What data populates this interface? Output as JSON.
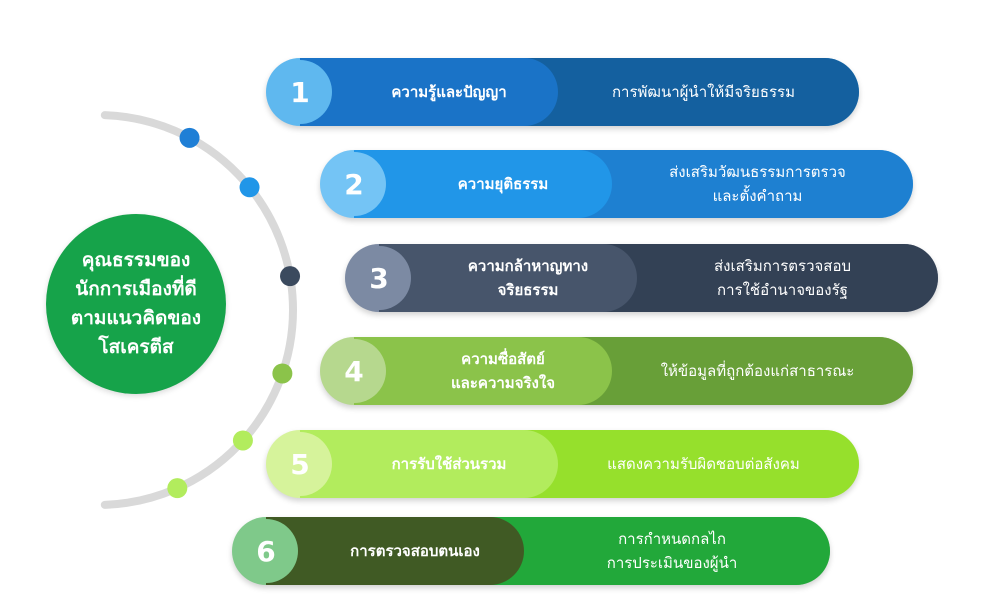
{
  "center": {
    "title": "คุณธรรมของ\nนักการเมืองที่ดี\nตามแนวคิดของ\nโสเครตีส"
  },
  "items": [
    {
      "num": "1",
      "left": "ความรู้และปัญญา",
      "right": "การพัฒนาผู้นำให้มีจริยธรรม",
      "num_color": "#5fb8ef",
      "left_color": "#1a73c7",
      "right_color": "#14609f"
    },
    {
      "num": "2",
      "left": "ความยุติธรรม",
      "right": "ส่งเสริมวัฒนธรรมการตรวจ\nและตั้งคำถาม",
      "num_color": "#74c4f5",
      "left_color": "#2196e8",
      "right_color": "#1e80d1"
    },
    {
      "num": "3",
      "left": "ความกล้าหาญทาง\nจริยธรรม",
      "right": "ส่งเสริมการตรวจสอบ\nการใช้อำนาจของรัฐ",
      "num_color": "#7c8aa3",
      "left_color": "#47556b",
      "right_color": "#334155"
    },
    {
      "num": "4",
      "left": "ความซื่อสัตย์\nและความจริงใจ",
      "right": "ให้ข้อมูลที่ถูกต้องแก่สาธารณะ",
      "num_color": "#b6d88e",
      "left_color": "#8bc34a",
      "right_color": "#689f38"
    },
    {
      "num": "5",
      "left": "การรับใช้ส่วนรวม",
      "right": "แสดงความรับผิดชอบต่อสังคม",
      "num_color": "#d6f39b",
      "left_color": "#b2ec5d",
      "right_color": "#96e02c"
    },
    {
      "num": "6",
      "left": "การตรวจสอบตนเอง",
      "right": "การกำหนดกลไก\nการประเมินของผู้นำ",
      "num_color": "#7fc98a",
      "left_color": "#405a24",
      "right_color": "#22a83a"
    }
  ],
  "arc_dots": [
    "#1f7fd6",
    "#2196e8",
    "#3b4a5e",
    "#8bc34a",
    "#b2ec5d",
    "#b2ec5d"
  ],
  "colors": {
    "arc": "#d9d9d9",
    "circle": "#16a34a"
  }
}
